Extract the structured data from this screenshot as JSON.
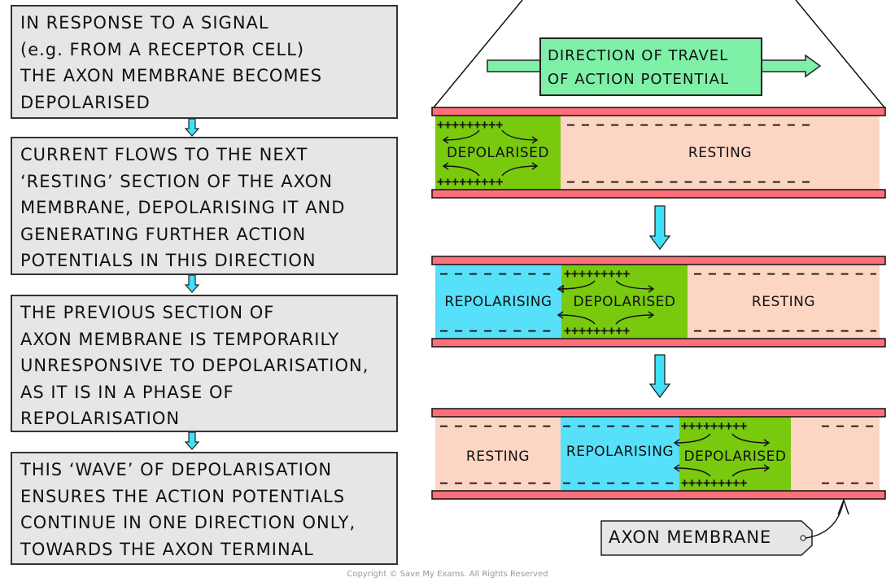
{
  "flowchart": {
    "steps": [
      {
        "lines": [
          "IN  RESPONSE  TO  A  SIGNAL",
          "(e.g. FROM  A  RECEPTOR  CELL)",
          "THE  AXON MEMBRANE BECOMES",
          "DEPOLARISED"
        ]
      },
      {
        "lines": [
          "CURRENT  FLOWS  TO  THE  NEXT",
          "‘RESTING’ SECTION  OF  THE  AXON",
          "MEMBRANE,  DEPOLARISING  IT  AND",
          "GENERATING  FURTHER  ACTION",
          "POTENTIALS  IN  THIS  DIRECTION"
        ]
      },
      {
        "lines": [
          "THE  PREVIOUS  SECTION  OF",
          "AXON  MEMBRANE  IS  TEMPORARILY",
          "UNRESPONSIVE  TO  DEPOLARISATION,",
          "AS  IT  IS  IN  A  PHASE  OF",
          "REPOLARISATION"
        ]
      },
      {
        "lines": [
          "THIS  ‘WAVE’  OF  DEPOLARISATION",
          "ENSURES  THE  ACTION  POTENTIALS",
          "CONTINUE  IN  ONE  DIRECTION  ONLY,",
          "TOWARDS  THE  AXON  TERMINAL"
        ]
      }
    ]
  },
  "direction": {
    "lines": [
      "DIRECTION  OF  TRAVEL",
      "OF  ACTION  POTENTIAL"
    ]
  },
  "stages": [
    {
      "segments": [
        {
          "state": "depolarised",
          "label": "DEPOLARISED"
        },
        {
          "state": "resting",
          "label": "RESTING"
        }
      ]
    },
    {
      "segments": [
        {
          "state": "repolarising",
          "label": "REPOLARISING"
        },
        {
          "state": "depolarised",
          "label": "DEPOLARISED"
        },
        {
          "state": "resting",
          "label": "RESTING"
        }
      ]
    },
    {
      "segments": [
        {
          "state": "resting",
          "label": "RESTING"
        },
        {
          "state": "repolarising",
          "label": "REPOLARISING"
        },
        {
          "state": "depolarised",
          "label": "DEPOLARISED"
        },
        {
          "state": "resting",
          "label": ""
        }
      ]
    }
  ],
  "signs": {
    "plus": "+++++++++",
    "minus_short": "– – – – – – – –",
    "minus_long": "– – – – – – – – – – – – – – – – –"
  },
  "membrane_label": "AXON  MEMBRANE",
  "colors": {
    "resting": "#fdd5c3",
    "depolarised": "#79c90f",
    "repolarising": "#57e0fa",
    "membrane": "#fe6f7a",
    "box": "#e6e6e6",
    "direction_box": "#7ff0a8",
    "arrow": "#40e0f8"
  },
  "copyright": "Copyright © Save My Exams. All Rights Reserved"
}
